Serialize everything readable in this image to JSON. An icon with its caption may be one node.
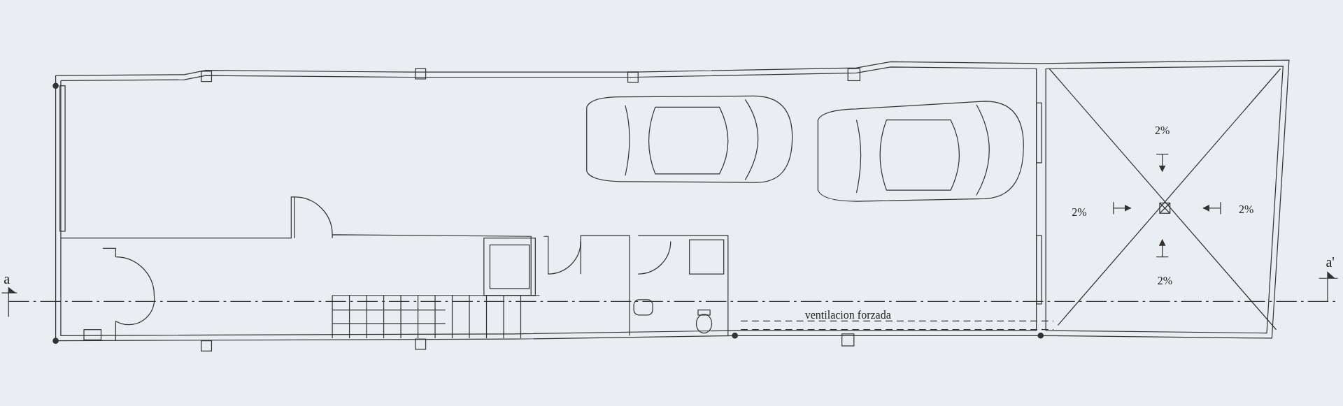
{
  "diagram": {
    "labels": [
      "2%",
      "2%",
      "2%",
      "a",
      "2%",
      "a'",
      "ventilacion forzada"
    ]
  }
}
